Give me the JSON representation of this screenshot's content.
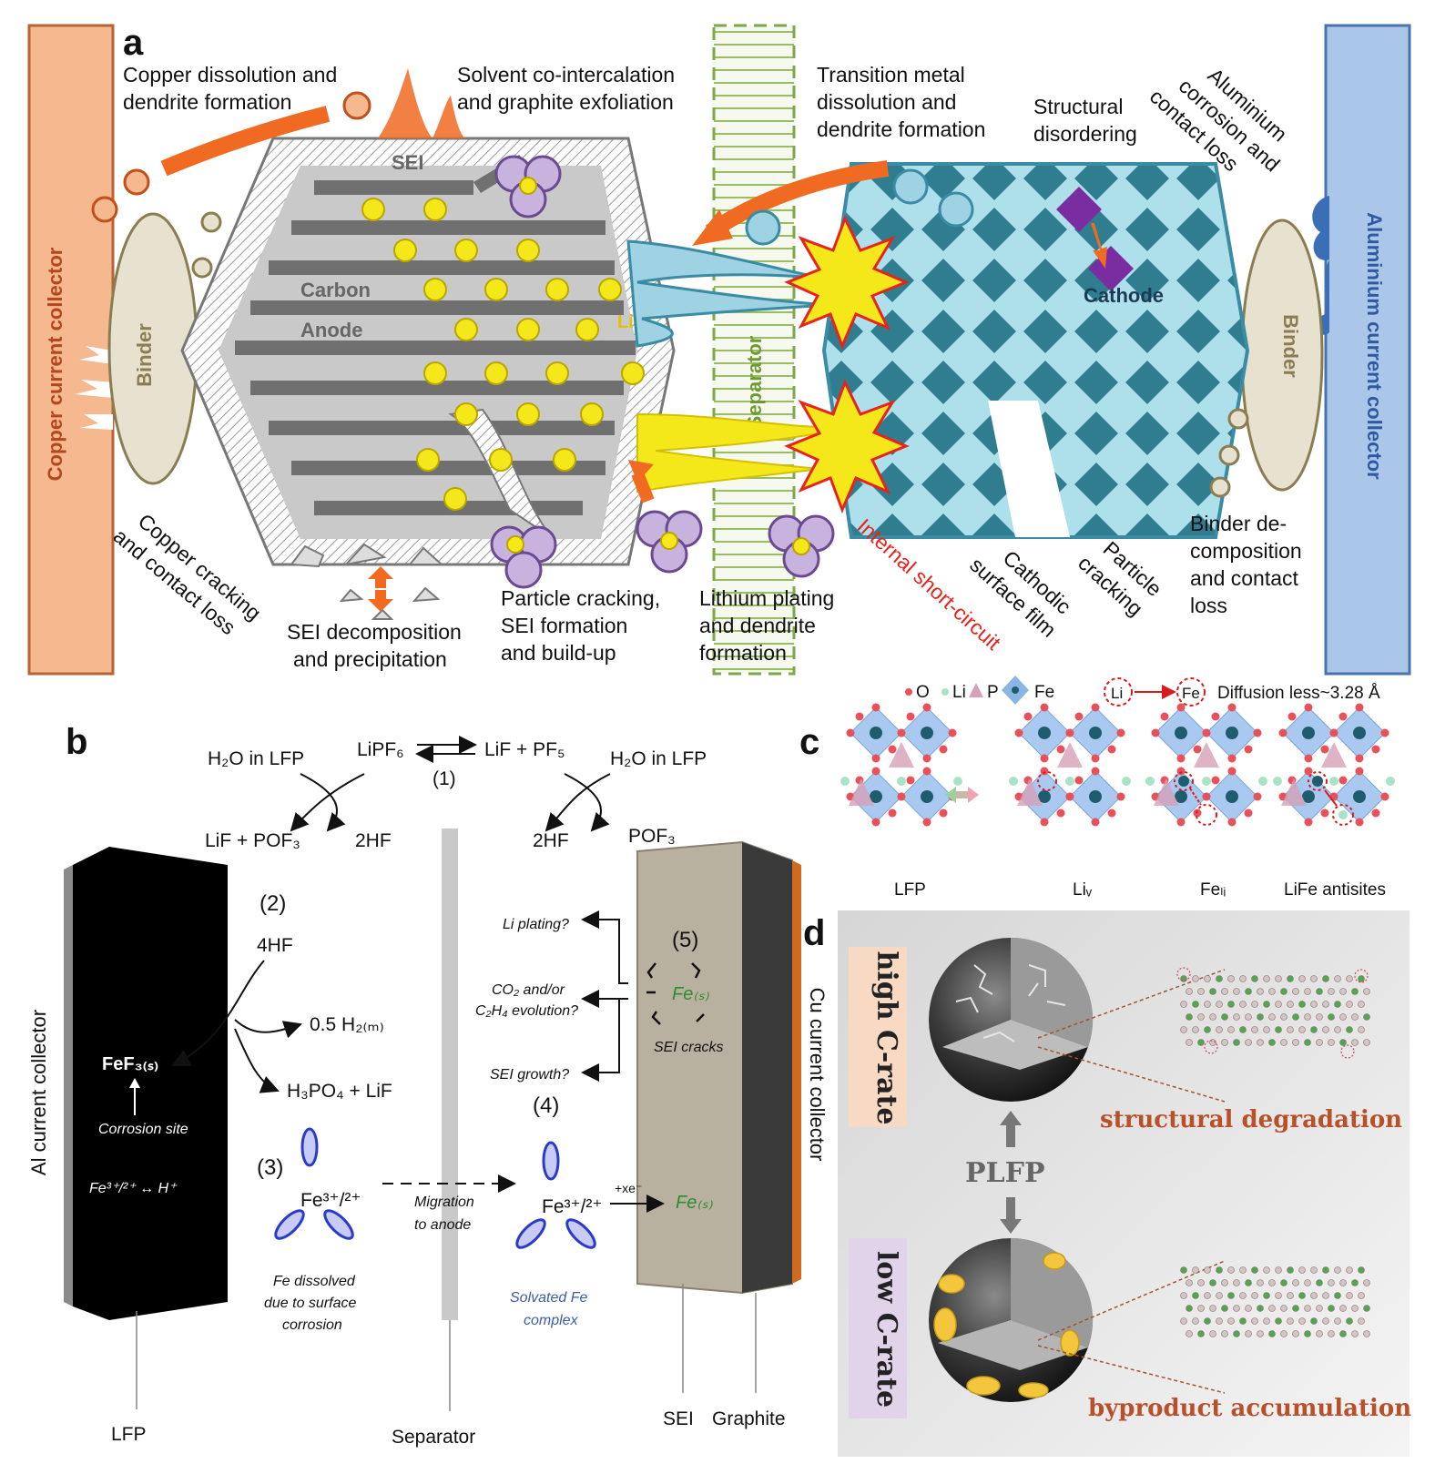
{
  "panels": {
    "a": {
      "letter": "a",
      "copper_collector": "Copper current collector",
      "aluminium_collector": "Aluminium current collector",
      "binder": "Binder",
      "separator": "Separator",
      "sei": "SEI",
      "carbon": "Carbon",
      "anode": "Anode",
      "li_plus": "Li⁺",
      "cathode": "Cathode",
      "labels": {
        "copper_dissolution": [
          "Copper dissolution and",
          "dendrite formation"
        ],
        "solvent_cointercalation": [
          "Solvent co-intercalation",
          "and graphite exfoliation"
        ],
        "tm_dissolution": [
          "Transition metal",
          "dissolution and",
          "dendrite formation"
        ],
        "structural_disordering": [
          "Structural",
          "disordering"
        ],
        "aluminium_corrosion": [
          "Aluminium",
          "corrosion and",
          "contact loss"
        ],
        "copper_cracking": [
          "Copper cracking",
          "and contact loss"
        ],
        "sei_decomposition": [
          "SEI decomposition",
          "and precipitation"
        ],
        "particle_cracking_sei": [
          "Particle cracking,",
          "SEI formation",
          "and build-up"
        ],
        "lithium_plating": [
          "Lithium plating",
          "and dendrite",
          "formation"
        ],
        "internal_short": "Internal short-circuit",
        "cathodic_film": [
          "Cathodic",
          "surface film"
        ],
        "particle_cracking": [
          "Particle",
          "cracking"
        ],
        "binder_decomp": [
          "Binder de-",
          "composition",
          "and contact",
          "loss"
        ]
      }
    },
    "b": {
      "letter": "b",
      "lipf6": "LiPF₆",
      "lif_pf5": "LiF + PF₅",
      "eq1": "(1)",
      "h2o_left": "H₂O in LFP",
      "h2o_right": "H₂O in LFP",
      "lif_pof3": "LiF + POF₃",
      "two_hf_left": "2HF",
      "two_hf_right": "2HF",
      "pof3": "POF₃",
      "eq2": "(2)",
      "four_hf": "4HF",
      "h2": "0.5 H₂₍ₘ₎",
      "h3po4": "H₃PO₄ + LiF",
      "fef3": "FeF₃₍ₛ₎",
      "corrosion_site": "Corrosion site",
      "fe_h": "Fe³⁺/²⁺ ↔ H⁺",
      "al_collector": "Al current collector",
      "eq3": "(3)",
      "fe_ion": "Fe³⁺/²⁺",
      "fe_dissolved": [
        "Fe dissolved",
        "due to surface",
        "corrosion"
      ],
      "migration": [
        "Migration",
        "to anode"
      ],
      "eq4": "(4)",
      "fe_ion_right": "Fe³⁺/²⁺",
      "xe": "+xe⁻",
      "fe_s": "Fe₍ₛ₎",
      "solvated": [
        "Solvated Fe",
        "complex"
      ],
      "li_plating": "Li plating?",
      "co2": [
        "CO₂ and/or",
        "C₂H₄ evolution?"
      ],
      "sei_growth": "SEI growth?",
      "eq5": "(5)",
      "fe_s_top": "Fe₍ₛ₎",
      "sei_cracks": "SEI cracks",
      "cu_collector": "Cu current collector",
      "lfp": "LFP",
      "separator": "Separator",
      "sei": "SEI",
      "graphite": "Graphite"
    },
    "c": {
      "letter": "c",
      "legend_o": "O",
      "legend_li": "Li",
      "legend_p": "P",
      "legend_fe": "Fe",
      "li": "Li",
      "fe": "Fe",
      "diffusion": "Diffusion less~3.28 Å",
      "structures": [
        "LFP",
        "Liᵥ",
        "Feₗᵢ",
        "LiFe antisites"
      ]
    },
    "d": {
      "letter": "d",
      "high": "high C-rate",
      "low": "low C-rate",
      "plfp": "PLFP",
      "structural": "structural degradation",
      "byproduct": "byproduct accumulation"
    }
  },
  "colors": {
    "copper": "#f5b88f",
    "aluminium": "#aac6e8",
    "binder": "#e7e1cf",
    "sei_orange": "#f06a22",
    "li_yellow": "#f5e81a",
    "cathode_teal": "#2f7d8f",
    "cathode_bg": "#aee0ec",
    "purple": "#7a4d9e",
    "red_text": "#e8231a",
    "d_title": "#b8502a"
  }
}
